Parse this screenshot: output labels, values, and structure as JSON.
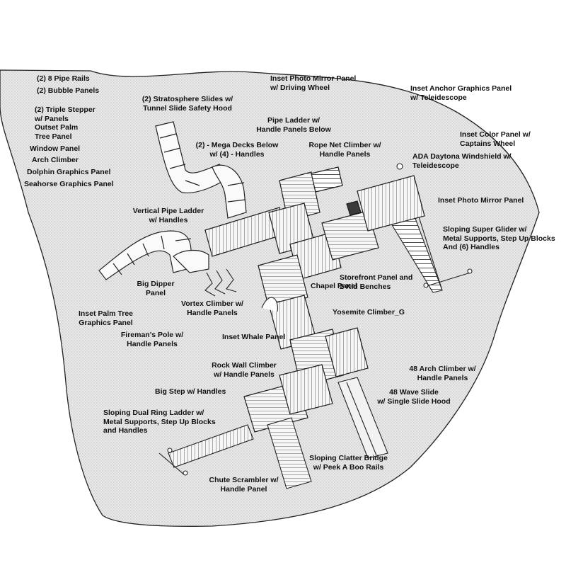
{
  "labels": {
    "pipe_rails": "(2) 8 Pipe Rails",
    "bubble_panels": "(2) Bubble Panels",
    "triple_stepper": "(2) Triple Stepper\nw/ Panels\nOutset Palm\nTree Panel",
    "window_panel": "Window Panel",
    "arch_climber": "Arch Climber",
    "dolphin_panel": "Dolphin Graphics Panel",
    "seahorse_panel": "Seahorse Graphics Panel",
    "stratosphere_slides": "(2) Stratosphere Slides w/\nTunnel Slide Safety Hood",
    "mirror_driving_wheel": "Inset Photo Mirror Panel\nw/ Driving Wheel",
    "anchor_panel": "Inset Anchor Graphics Panel\nw/ Teleidescope",
    "pipe_ladder": "Pipe Ladder w/\nHandle Panels Below",
    "color_panel": "Inset Color Panel w/\nCaptains Wheel",
    "mega_decks": "(2) - Mega Decks Below\nw/ (4) - Handles",
    "rope_net": "Rope Net Climber w/\nHandle Panels",
    "ada_windshield": "ADA Daytona Windshield w/\nTeleidescope",
    "photo_mirror": "Inset Photo Mirror Panel",
    "vertical_pipe_ladder": "Vertical Pipe Ladder\nw/ Handles",
    "super_glider": "Sloping Super Glider w/\nMetal Supports, Step Up Blocks\nAnd (6) Handles",
    "storefront": "Storefront Panel and\n2 Kid Benches",
    "big_dipper": "Big Dipper\nPanel",
    "chapel": "Chapel Panel",
    "vortex": "Vortex Climber w/\nHandle Panels",
    "palm_tree": "Inset Palm Tree\nGraphics Panel",
    "yosemite": "Yosemite Climber_G",
    "firemans_pole": "Fireman's Pole w/\nHandle Panels",
    "whale": "Inset Whale Panel",
    "rock_wall": "Rock Wall Climber\nw/ Handle Panels",
    "arch_48": "48 Arch Climber w/\nHandle Panels",
    "big_step": "Big Step w/ Handles",
    "wave_slide": "48 Wave Slide\nw/ Single Slide Hood",
    "dual_ring": "Sloping Dual Ring Ladder w/\nMetal Supports, Step Up Blocks\nand Handles",
    "clatter_bridge": "Sloping Clatter Bridge\nw/ Peek A Boo Rails",
    "chute_scrambler": "Chute Scrambler w/\nHandle Panel"
  },
  "colors": {
    "ground_fill": "#e9e9e9",
    "ground_dots": "#8f8f8f",
    "deck_fill": "#f4f4f4",
    "deck_stroke": "#1c1c1c",
    "roof_dark": "#3a3a3a",
    "label_text": "#111111"
  }
}
